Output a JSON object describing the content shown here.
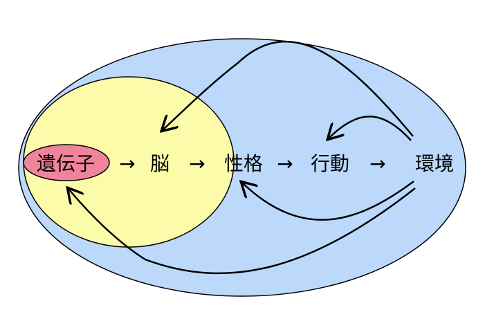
{
  "labels": {
    "gene": "遺伝子",
    "brain": "脳",
    "personality": "性格",
    "behavior": "行動",
    "environment": "環境",
    "arrow_1": "→",
    "arrow_2": "→",
    "arrow_3": "→",
    "arrow_4": "→"
  },
  "colors": {
    "outer_ellipse": "#bcd9fb",
    "middle_ellipse": "#fcfbaa",
    "inner_ellipse": "#f0849b",
    "stroke": "#000000"
  }
}
